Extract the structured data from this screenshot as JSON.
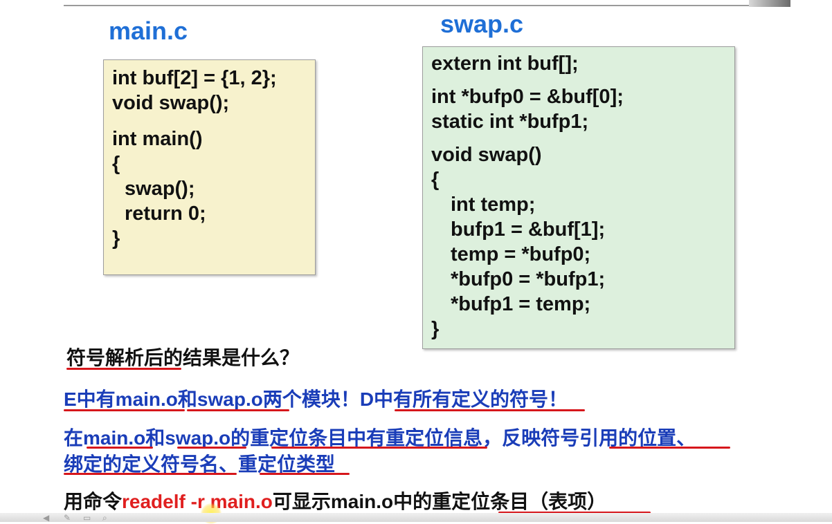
{
  "main_file": {
    "title": "main.c",
    "code": [
      "int buf[2] = {1, 2};",
      "void swap();",
      "int main()",
      "{",
      "swap();",
      "return 0;",
      "}"
    ]
  },
  "swap_file": {
    "title": "swap.c",
    "code": [
      "extern int buf[];",
      "int *bufp0 = &buf[0];",
      "static int *bufp1;",
      "void swap()",
      "{",
      "int temp;",
      "bufp1 = &buf[1];",
      "temp = *bufp0;",
      "*bufp0 = *bufp1;",
      "*bufp1 = temp;",
      "}"
    ]
  },
  "question": "符号解析后的结果是什么？",
  "answer_line1": "E中有main.o和swap.o两个模块！D中有所有定义的符号！",
  "answer_line2": "在main.o和swap.o的重定位条目中有重定位信息，反映符号引用的位置、",
  "answer_line3": "绑定的定义符号名、重定位类型",
  "command_line": {
    "prefix": "用命令",
    "command": "readelf -r main.o",
    "suffix": "可显示main.o中的重定位条目（表项）"
  },
  "colors": {
    "title_blue": "#1f6fd6",
    "answer_blue": "#1a3db8",
    "command_red": "#e01f1f",
    "underline_red": "#d6161b",
    "main_box_bg": "#f7f2cd",
    "swap_box_bg": "#ddf0dd"
  }
}
